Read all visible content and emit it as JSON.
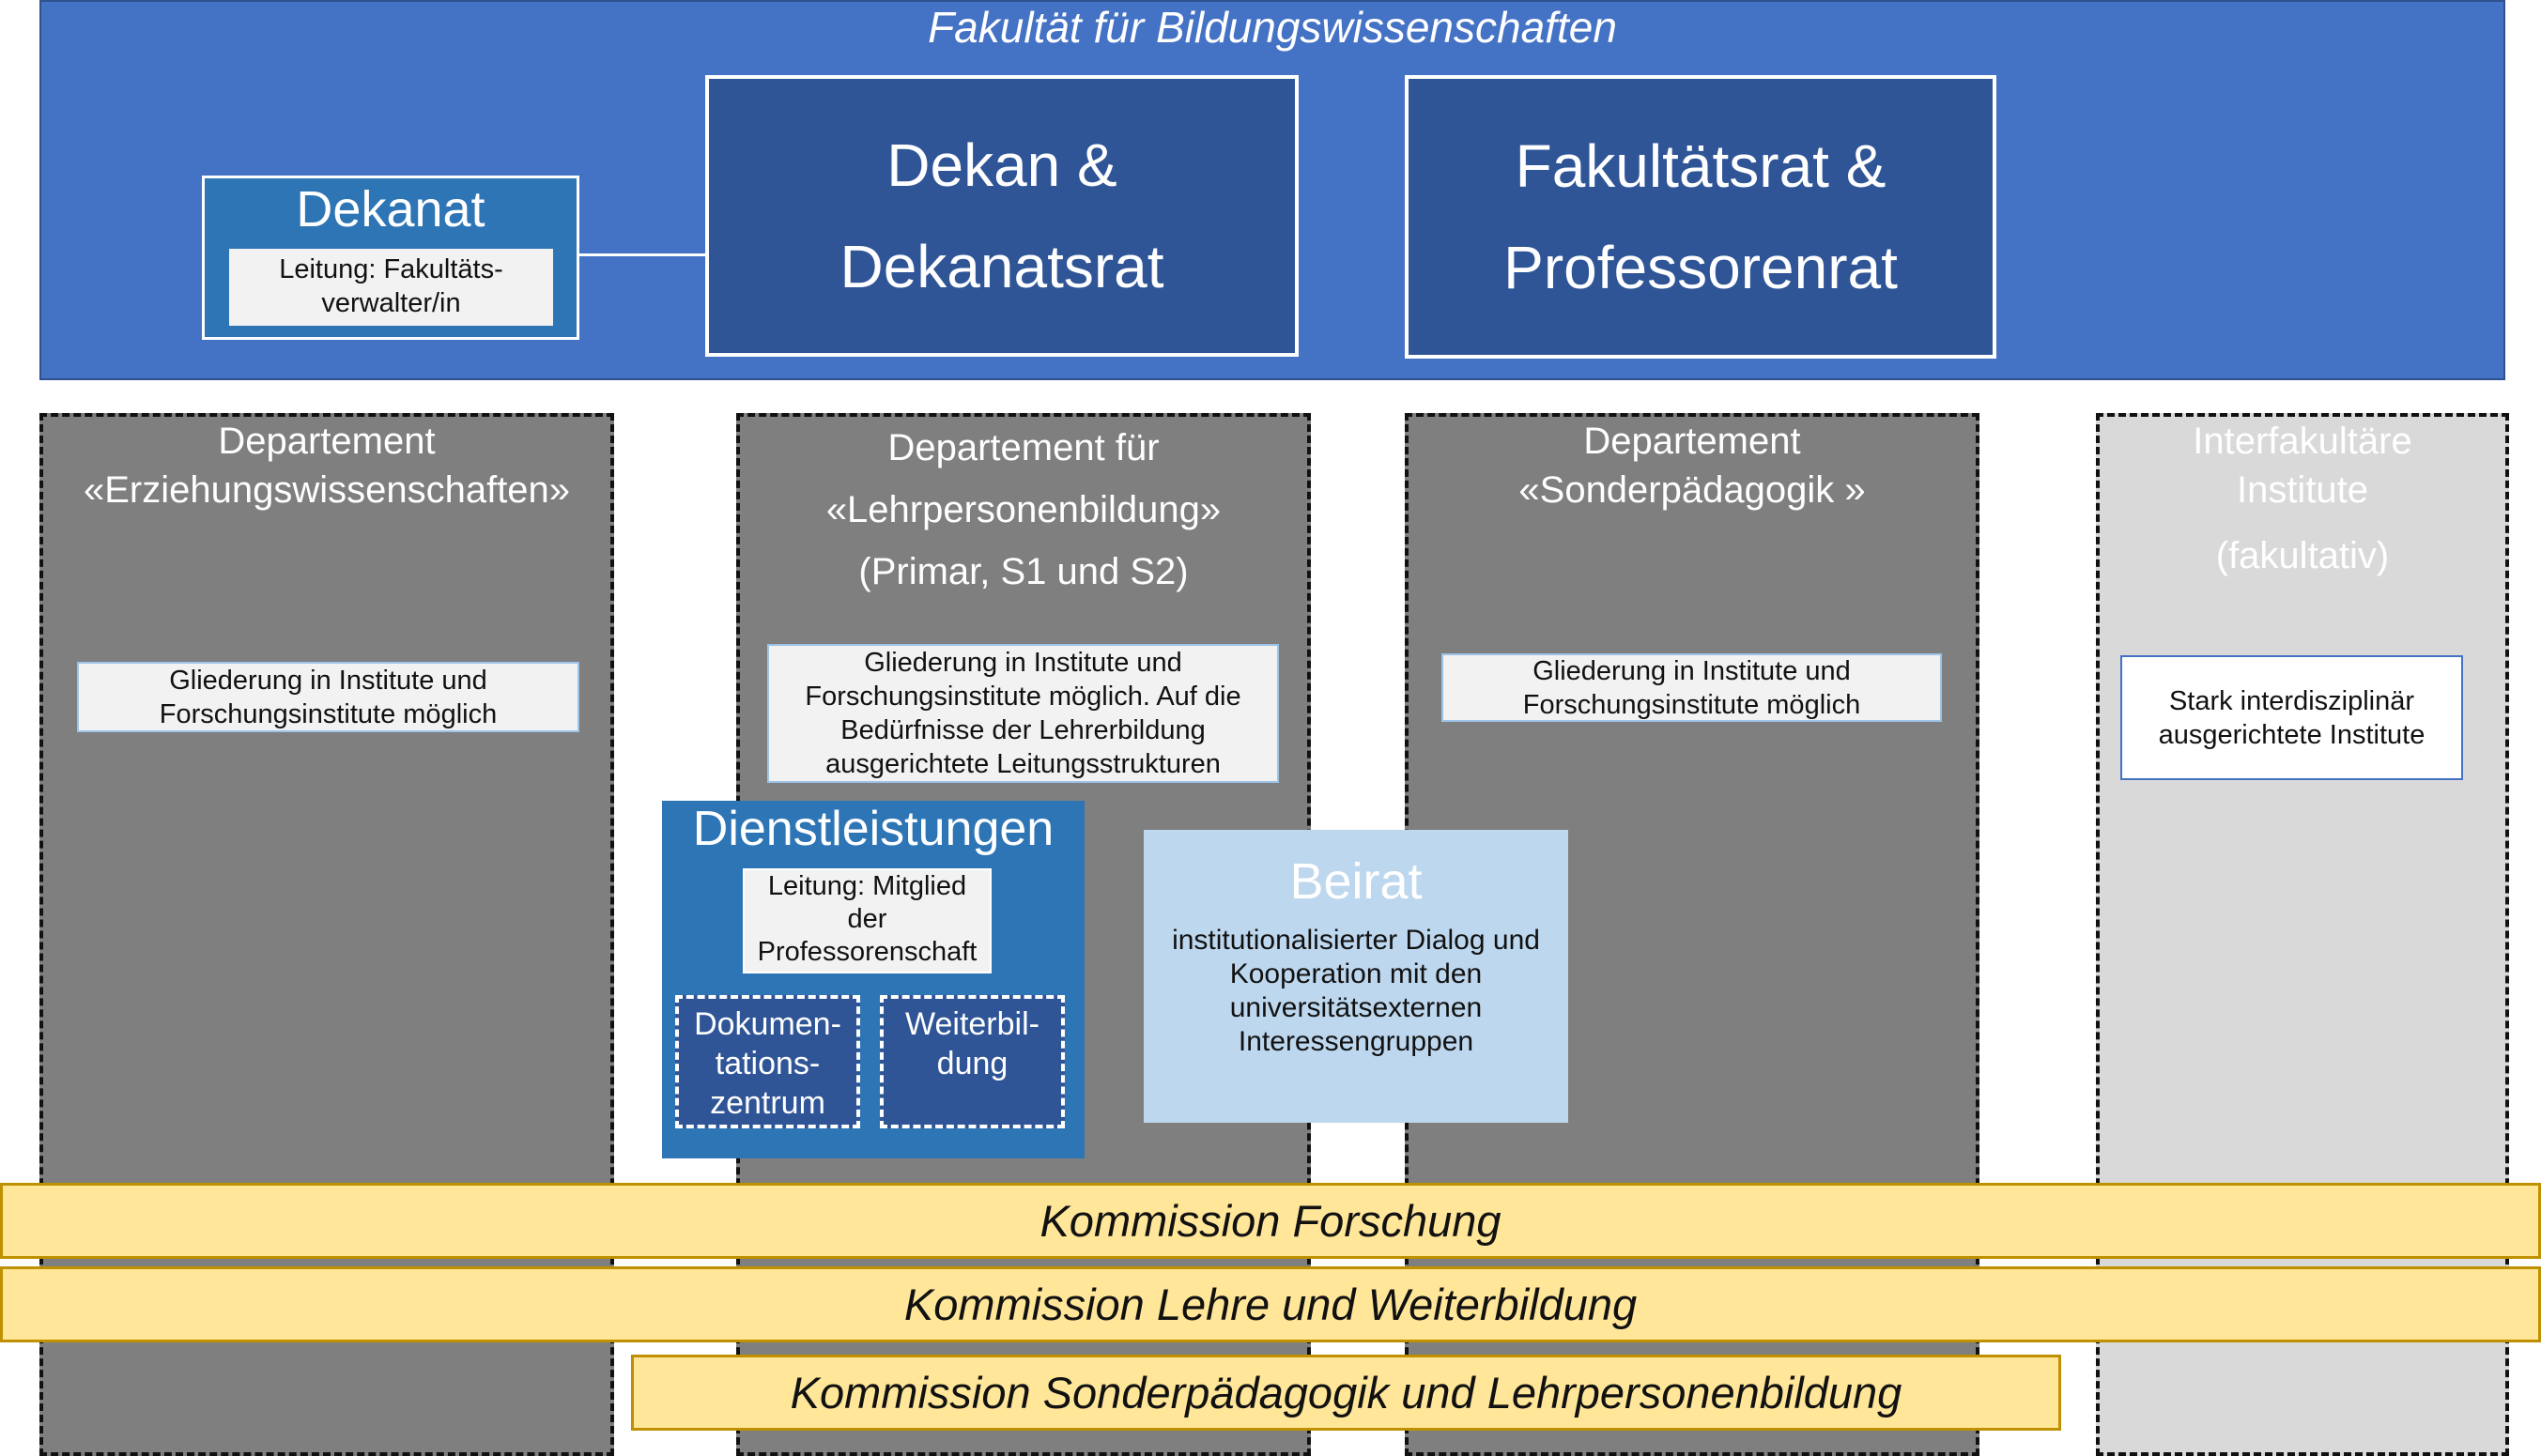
{
  "faculty": {
    "title": "Fakultät für Bildungswissenschaften"
  },
  "dekanat": {
    "title": "Dekanat",
    "lead_line1": "Leitung: Fakultäts-",
    "lead_line2": "verwalter/in"
  },
  "dekan": {
    "line1": "Dekan &",
    "line2": "Dekanatsrat"
  },
  "rat": {
    "line1": "Fakultätsrat &",
    "line2": "Professorenrat"
  },
  "departments": [
    {
      "line1": "Departement",
      "line2": "«Erziehungswissenschaften»",
      "line3": "",
      "note_line1": "Gliederung in Institute und",
      "note_line2": "Forschungsinstitute möglich"
    },
    {
      "line1": "Departement  für",
      "line2": "«Lehrpersonenbildung»",
      "line3": "(Primar, S1 und S2)",
      "note_line1": "Gliederung in Institute und",
      "note_line2": "Forschungsinstitute möglich. Auf die",
      "note_line3": "Bedürfnisse der Lehrerbildung",
      "note_line4": "ausgerichtete Leitungsstrukturen"
    },
    {
      "line1": "Departement",
      "line2": "«Sonderpädagogik »",
      "line3": "",
      "note_line1": "Gliederung in Institute und",
      "note_line2": "Forschungsinstitute möglich"
    },
    {
      "line1": "Interfakultäre",
      "line2": "Institute",
      "line3": "(fakultativ)",
      "note_line1": "Stark interdisziplinär",
      "note_line2": "ausgerichtete Institute"
    }
  ],
  "services": {
    "title": "Dienstleistungen",
    "lead_line1": "Leitung: Mitglied",
    "lead_line2": "der",
    "lead_line3": "Professorenschaft",
    "units": [
      {
        "line1": "Dokumen-",
        "line2": "tations-",
        "line3": "zentrum"
      },
      {
        "line1": "Weiterbil-",
        "line2": "dung"
      }
    ]
  },
  "beirat": {
    "title": "Beirat",
    "line1": "institutionalisierter Dialog und",
    "line2": "Kooperation mit den",
    "line3": "universitätsexternen",
    "line4": "Interessengruppen"
  },
  "commissions": [
    "Kommission Forschung",
    "Kommission Lehre und Weiterbildung",
    "Kommission Sonderpädagogik und Lehrpersonenbildung"
  ],
  "colors": {
    "faculty_band": "#4472c4",
    "dark_box": "#2f5597",
    "service_blue": "#2e75b6",
    "department_gray": "#7f7f7f",
    "department_light": "#d9d9d9",
    "beirat": "#bdd7ee",
    "commission": "#ffe699"
  }
}
